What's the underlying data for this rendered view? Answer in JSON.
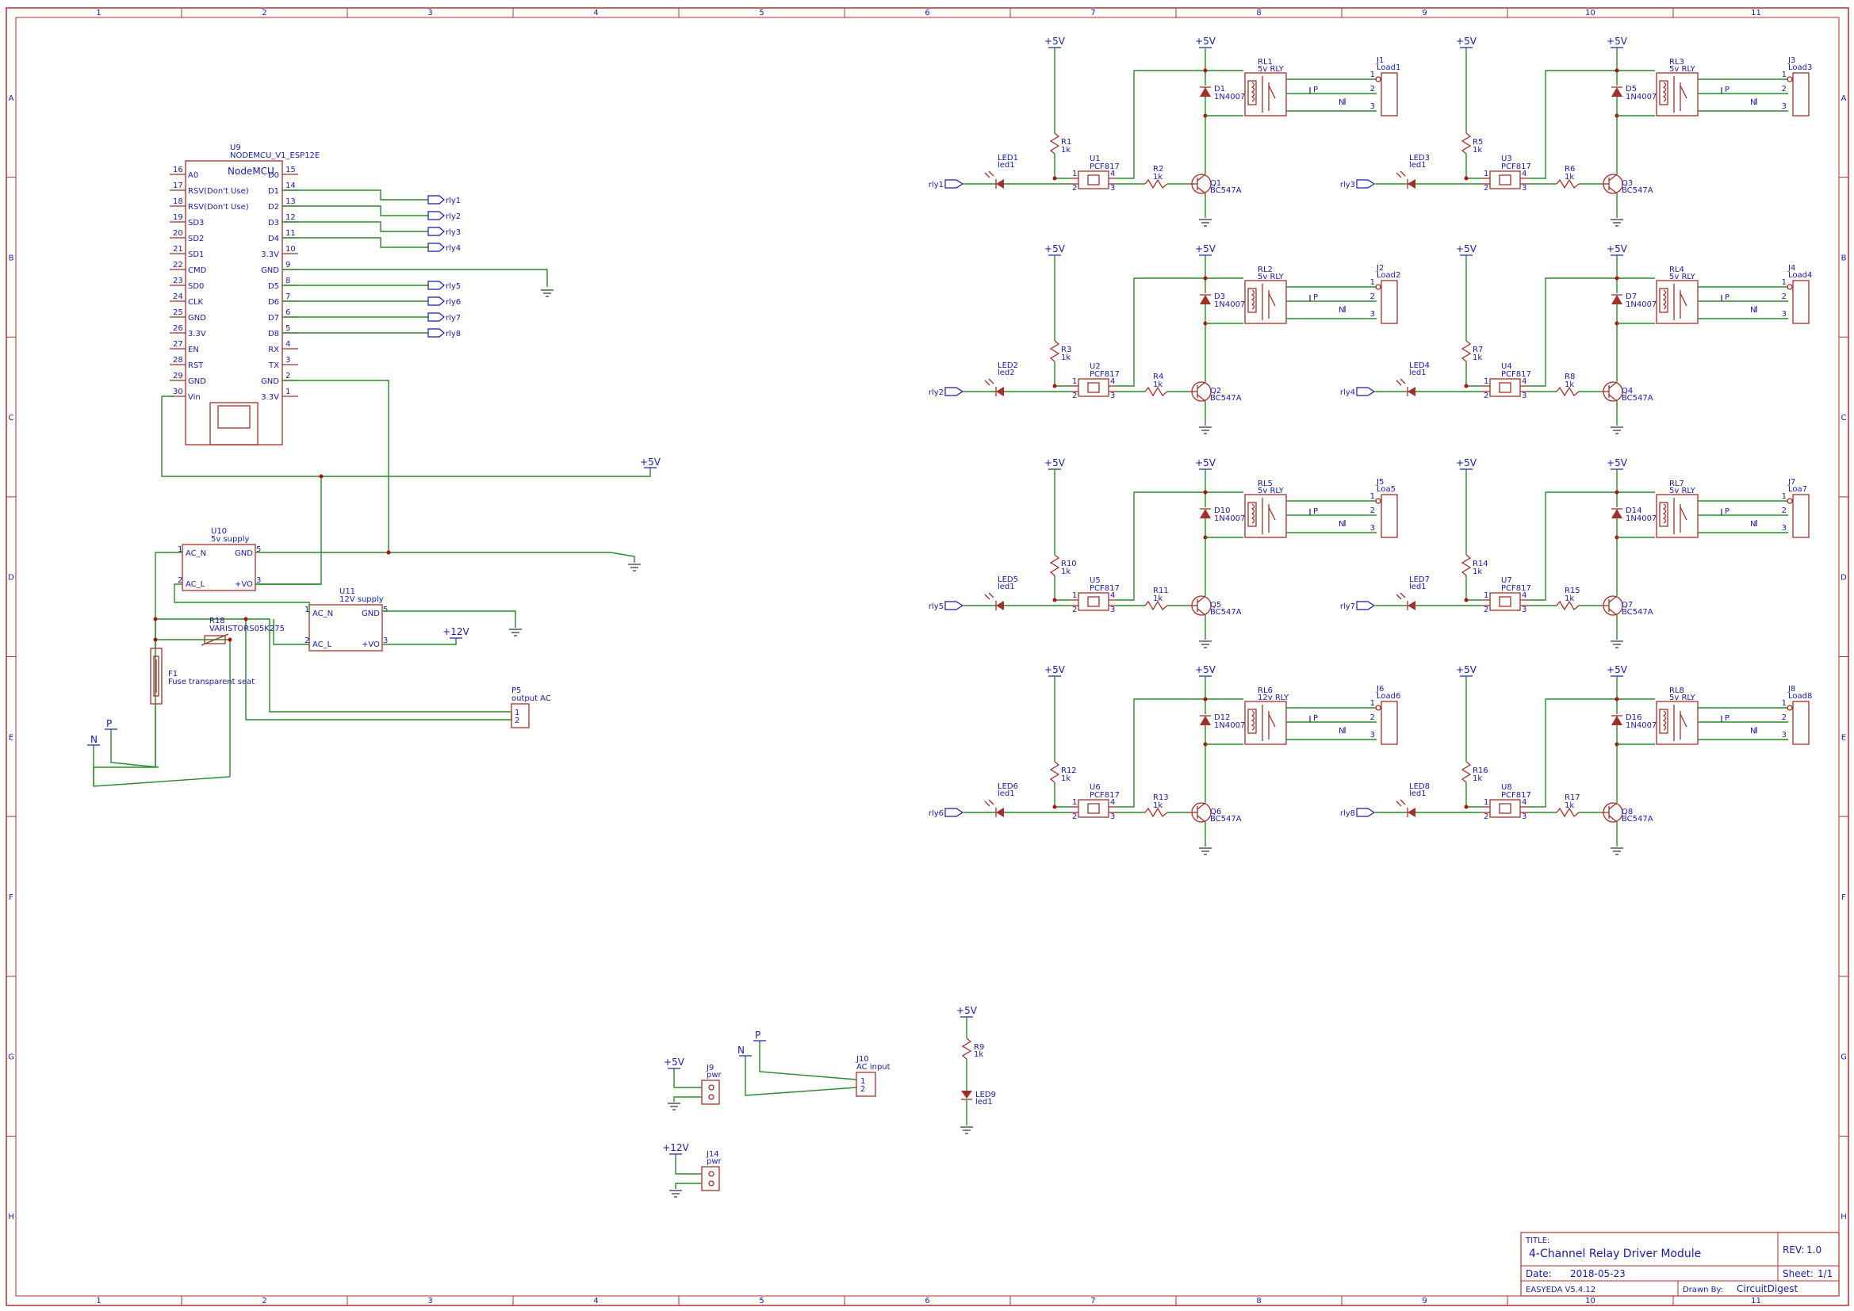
{
  "frame": {
    "col_labels": [
      "1",
      "2",
      "3",
      "4",
      "5",
      "6",
      "7",
      "8",
      "9",
      "10",
      "11"
    ],
    "row_labels": [
      "A",
      "B",
      "C",
      "D",
      "E",
      "F",
      "G",
      "H"
    ]
  },
  "title_block": {
    "title_label": "TITLE:",
    "title": "4-Channel Relay Driver Module",
    "rev_label": "REV:",
    "rev": "1.0",
    "date_label": "Date:",
    "date": "2018-05-23",
    "sheet_label": "Sheet:",
    "sheet": "1/1",
    "software": "EASYEDA V5.4.12",
    "drawn_label": "Drawn By:",
    "drawn_by": "CircuitDigest"
  },
  "mcu": {
    "ref": "U9",
    "part": "NODEMCU_V1_ESP12E",
    "name": "NodeMCU",
    "left_pins": [
      {
        "num": "16",
        "name": "A0"
      },
      {
        "num": "17",
        "name": "RSV(Don't Use)"
      },
      {
        "num": "18",
        "name": "RSV(Don't Use)"
      },
      {
        "num": "19",
        "name": "SD3"
      },
      {
        "num": "20",
        "name": "SD2"
      },
      {
        "num": "21",
        "name": "SD1"
      },
      {
        "num": "22",
        "name": "CMD"
      },
      {
        "num": "23",
        "name": "SD0"
      },
      {
        "num": "24",
        "name": "CLK"
      },
      {
        "num": "25",
        "name": "GND"
      },
      {
        "num": "26",
        "name": "3.3V"
      },
      {
        "num": "27",
        "name": "EN"
      },
      {
        "num": "28",
        "name": "RST"
      },
      {
        "num": "29",
        "name": "GND"
      },
      {
        "num": "30",
        "name": "Vin"
      }
    ],
    "right_pins": [
      {
        "num": "15",
        "name": "D0"
      },
      {
        "num": "14",
        "name": "D1"
      },
      {
        "num": "13",
        "name": "D2"
      },
      {
        "num": "12",
        "name": "D3"
      },
      {
        "num": "11",
        "name": "D4"
      },
      {
        "num": "10",
        "name": "3.3V"
      },
      {
        "num": "9",
        "name": "GND"
      },
      {
        "num": "8",
        "name": "D5"
      },
      {
        "num": "7",
        "name": "D6"
      },
      {
        "num": "6",
        "name": "D7"
      },
      {
        "num": "5",
        "name": "D8"
      },
      {
        "num": "4",
        "name": "RX"
      },
      {
        "num": "3",
        "name": "TX"
      },
      {
        "num": "2",
        "name": "GND"
      },
      {
        "num": "1",
        "name": "3.3V"
      }
    ],
    "net_flags": [
      "rly1",
      "rly2",
      "rly3",
      "rly4",
      "",
      "",
      "rly5",
      "rly6",
      "rly7",
      "rly8"
    ]
  },
  "power": {
    "plus5": "+5V",
    "plus12": "+12V",
    "u10": {
      "ref": "U10",
      "name": "5v supply",
      "p1": "AC_N",
      "p2": "AC_L",
      "p5": "GND",
      "p3": "+VO",
      "n1": "1",
      "n2": "2",
      "n5": "5",
      "n3": "3"
    },
    "u11": {
      "ref": "U11",
      "name": "12V supply",
      "p1": "AC_N",
      "p2": "AC_L",
      "p5": "GND",
      "p3": "+VO",
      "n1": "1",
      "n2": "2",
      "n5": "5",
      "n3": "3"
    },
    "r18": {
      "ref": "R18",
      "value": "VARISTORS05K275"
    },
    "f1": {
      "ref": "F1",
      "value": "Fuse transparent seat"
    },
    "p5": {
      "ref": "P5",
      "value": "output AC",
      "pin1": "1",
      "pin2": "2"
    },
    "n_label": "N",
    "p_label": "P"
  },
  "channels": [
    {
      "led": "LED1",
      "led_v": "led1",
      "r1": "R1",
      "u": "U1",
      "r2": "R2",
      "d": "D1",
      "q": "Q1",
      "rl": "RL1",
      "rl_v": "5v RLY",
      "j": "J1",
      "j_v": "Load1",
      "net": "rly1"
    },
    {
      "led": "LED3",
      "led_v": "led1",
      "r1": "R5",
      "u": "U3",
      "r2": "R6",
      "d": "D5",
      "q": "Q3",
      "rl": "RL3",
      "rl_v": "5v RLY",
      "j": "J3",
      "j_v": "Load3",
      "net": "rly3"
    },
    {
      "led": "LED2",
      "led_v": "led2",
      "r1": "R3",
      "u": "U2",
      "r2": "R4",
      "d": "D3",
      "q": "Q2",
      "rl": "RL2",
      "rl_v": "5v RLY",
      "j": "J2",
      "j_v": "Load2",
      "net": "rly2"
    },
    {
      "led": "LED4",
      "led_v": "led1",
      "r1": "R7",
      "u": "U4",
      "r2": "R8",
      "d": "D7",
      "q": "Q4",
      "rl": "RL4",
      "rl_v": "5v RLY",
      "j": "J4",
      "j_v": "Load4",
      "net": "rly4"
    },
    {
      "led": "LED5",
      "led_v": "led1",
      "r1": "R10",
      "u": "U5",
      "r2": "R11",
      "d": "D10",
      "q": "Q5",
      "rl": "RL5",
      "rl_v": "5v RLY",
      "j": "J5",
      "j_v": "Loa5",
      "net": "rly5"
    },
    {
      "led": "LED7",
      "led_v": "led1",
      "r1": "R14",
      "u": "U7",
      "r2": "R15",
      "d": "D14",
      "q": "Q7",
      "rl": "RL7",
      "rl_v": "5v RLY",
      "j": "J7",
      "j_v": "Loa7",
      "net": "rly7"
    },
    {
      "led": "LED6",
      "led_v": "led1",
      "r1": "R12",
      "u": "U6",
      "r2": "R13",
      "d": "D12",
      "q": "Q6",
      "rl": "RL6",
      "rl_v": "12v RLY",
      "j": "J6",
      "j_v": "Load6",
      "net": "rly6"
    },
    {
      "led": "LED8",
      "led_v": "led1",
      "r1": "R16",
      "u": "U8",
      "r2": "R17",
      "d": "D16",
      "q": "Q8",
      "rl": "RL8",
      "rl_v": "5v RLY",
      "j": "J8",
      "j_v": "Load8",
      "net": "rly8"
    }
  ],
  "channel_common": {
    "res_v": "1k",
    "opto_v": "PCF817",
    "diode_v": "1N4007",
    "trans_v": "BC547A",
    "supply": "+5V",
    "opto_pins": [
      "1",
      "2",
      "4",
      "3"
    ],
    "jack_pins": [
      "1",
      "2",
      "3"
    ],
    "p_mark": "P",
    "n_mark": "N"
  },
  "bottom": {
    "j9": {
      "ref": "J9",
      "value": "pwr",
      "supply": "+5V"
    },
    "j14": {
      "ref": "J14",
      "value": "pwr",
      "supply": "+12V"
    },
    "j10": {
      "ref": "J10",
      "value": "AC input",
      "pin1": "1",
      "pin2": "2"
    },
    "n_label": "N",
    "p_label": "P",
    "r9": {
      "ref": "R9",
      "value": "1k",
      "supply": "+5V"
    },
    "led9": {
      "ref": "LED9",
      "value": "led1"
    }
  }
}
